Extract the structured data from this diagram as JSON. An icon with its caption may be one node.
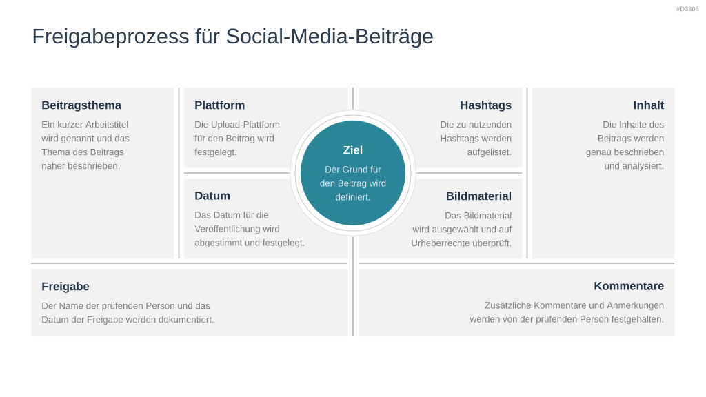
{
  "diagram": {
    "title": "Freigabeprozess für Social-Media-Beiträge",
    "nodes": [
      {
        "text": [
          "Beitragsthema",
          "Ein kurzer Arbeitstitel wird genannt und das Thema des Beitrags näher beschrieben."
        ]
      },
      {
        "text": [
          "Plattform",
          "Die Upload-Plattform für den Beitrag wird festgelegt."
        ]
      },
      {
        "text": [
          "Ziel",
          "Der Grund für den Beitrag wird definiert."
        ]
      },
      {
        "text": [
          "Hashtags",
          "Die zu nutzenden Hashtags werden aufgelistet."
        ]
      },
      {
        "text": [
          "Inhalt",
          "Die Inhalte des Beitrags werden genau beschrieben und analysiert."
        ]
      },
      {
        "text": [
          "Datum",
          "Das Datum für die Veröffentlichung wird abgestimmt und festgelegt."
        ]
      },
      {
        "text": [
          "Bildmaterial",
          "Das Bildmaterial wird ausgewählt und auf Urheberrechte überprüft."
        ]
      },
      {
        "text": [
          "Freigabe",
          "Der Name der prüfenden Person und das Datum der Freigabe werden dokumentiert."
        ]
      },
      {
        "text": [
          "Kommentare",
          "Zusätzliche Kommentare und Anmerkungen werden von der prüfenden Person festgehalten."
        ]
      }
    ],
    "labels": [
      "#D3306"
    ]
  }
}
